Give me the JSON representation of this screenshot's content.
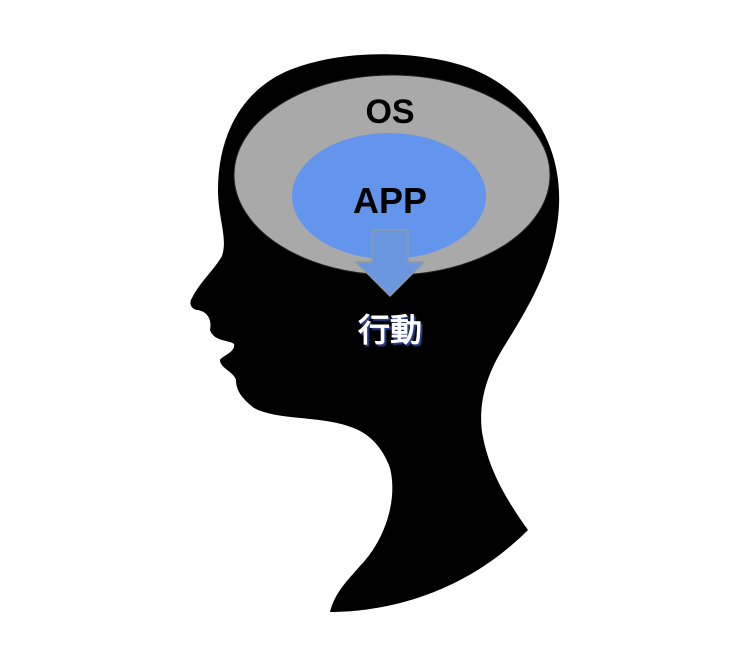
{
  "diagram": {
    "outer_label": "OS",
    "inner_label": "APP",
    "result_label": "行動"
  },
  "colors": {
    "background": "#ffffff",
    "head_silhouette": "#000000",
    "os_layer": "#a9a9a9",
    "app_layer": "#6495ed",
    "arrow_fill": "#6b96e0",
    "arrow_stroke": "#8a9aaa",
    "result_text": "#ffffff",
    "result_shadow": "#2d3f8f"
  },
  "icons": {
    "silhouette": "human-head-profile-icon",
    "flow": "down-arrow-icon"
  }
}
